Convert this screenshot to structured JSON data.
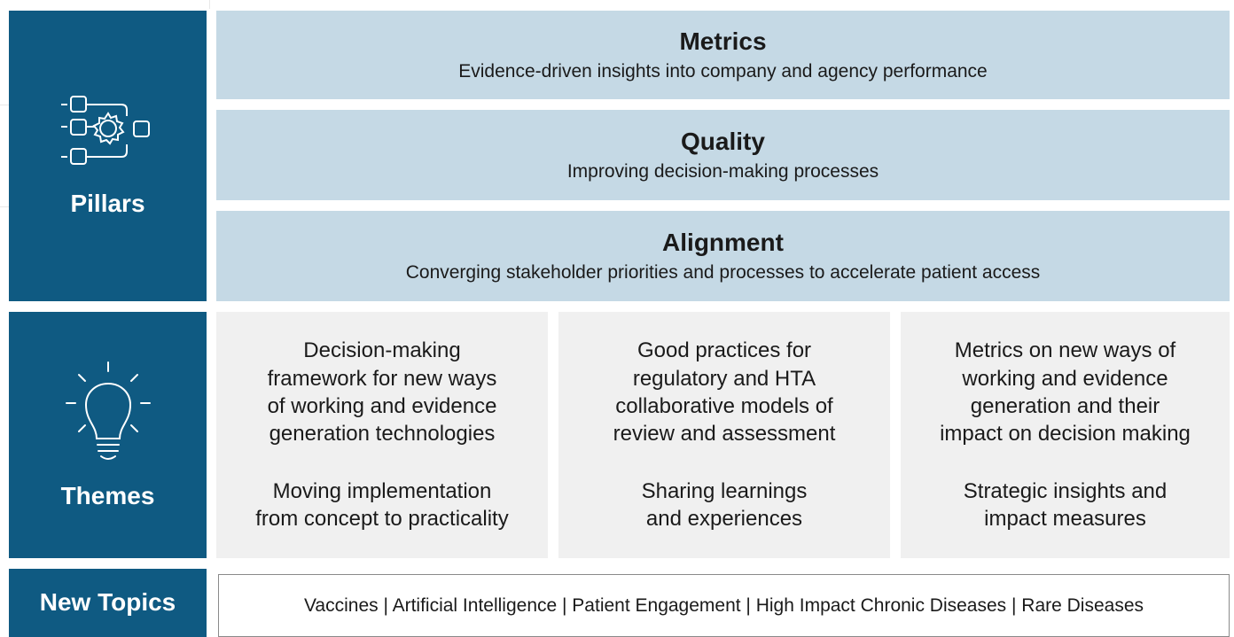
{
  "sidebar": {
    "pillars_label": "Pillars",
    "themes_label": "Themes",
    "new_topics_label": "New Topics",
    "pillars_icon": "process-gear-icon",
    "themes_icon": "lightbulb-icon"
  },
  "pillars": [
    {
      "title": "Metrics",
      "subtitle": "Evidence-driven insights into company and agency performance"
    },
    {
      "title": "Quality",
      "subtitle": "Improving decision-making processes"
    },
    {
      "title": "Alignment",
      "subtitle": "Converging stakeholder priorities and processes to accelerate patient access"
    }
  ],
  "themes": [
    {
      "main": "Decision-making\nframework for new ways\nof working and evidence\ngeneration technologies",
      "sub": "Moving implementation\nfrom concept to practicality"
    },
    {
      "main": "Good practices for\nregulatory and HTA\ncollaborative models of\nreview and assessment",
      "sub": "Sharing learnings\nand experiences"
    },
    {
      "main": "Metrics on new ways of\nworking and evidence\ngeneration and their\nimpact on decision making",
      "sub": "Strategic insights and\nimpact measures"
    }
  ],
  "new_topics": "Vaccines | Artificial Intelligence | Patient Engagement | High Impact Chronic Diseases | Rare Diseases",
  "colors": {
    "sidebar": "#0f5a82",
    "pillar_bg": "#c5d9e5",
    "theme_bg": "#f0f0f0"
  }
}
